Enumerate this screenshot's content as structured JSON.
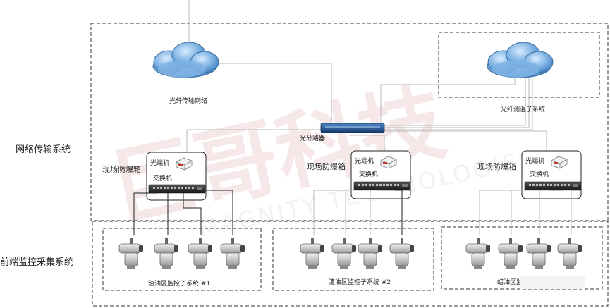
{
  "labels": {
    "network_system": "网络传输系统",
    "frontend_system": "前端监控采集系统",
    "fiber_network": "光纤传输网络",
    "fiber_temp_system": "光纤测温子系统",
    "splitter": "光分路器",
    "explosion_box": "现场防爆箱",
    "optical_terminal": "光端机",
    "switch": "交换机",
    "subsystem_1": "渣油区监控子系统 #1",
    "subsystem_2": "渣油区监控子系统 #2",
    "subsystem_3": "蜡油区监控子系统"
  },
  "watermark": {
    "cn": "巨哥科技",
    "en": "MAGNITY TECHNOLOGIES"
  },
  "colors": {
    "cloud": "#6fa8dc",
    "splitter": "#1f4e8c",
    "switch": "#2a2a2a",
    "watermark": "#e8c7c7"
  }
}
